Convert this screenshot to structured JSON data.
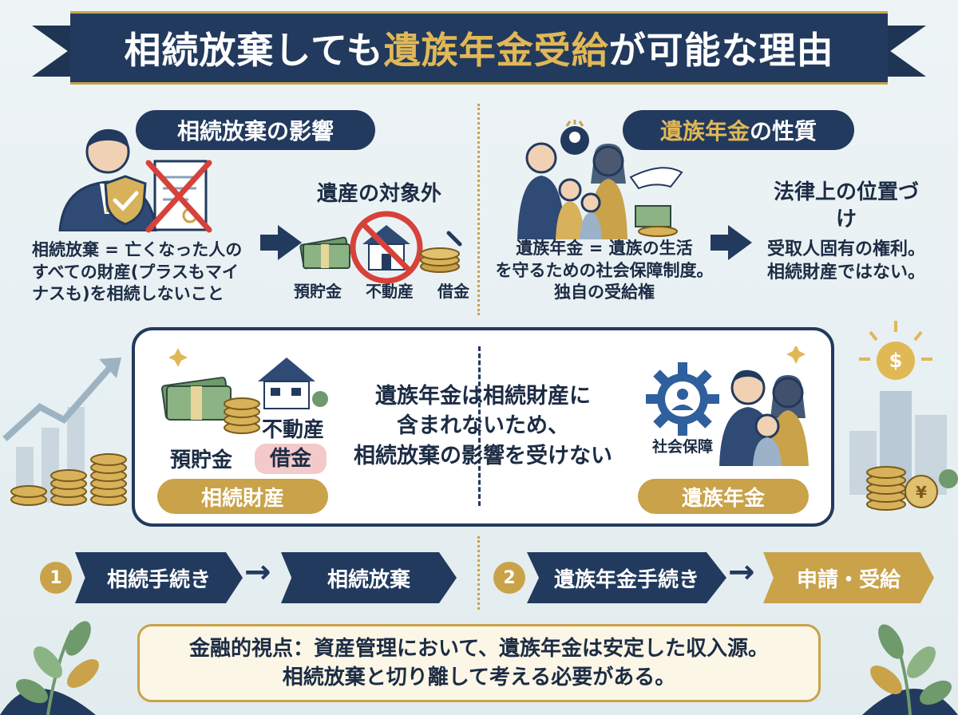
{
  "title": {
    "part1": "相続放棄しても",
    "highlight": "遺族年金受給",
    "part2": "が可能な理由"
  },
  "left_section": {
    "pill": "相続放棄の影響",
    "desc": [
      "相続放棄 = 亡くなった人の",
      "すべての財産(プラスもマイ",
      "ナスも)を相続しないこと"
    ],
    "heading": "遺産の対象外",
    "items": [
      "預貯金",
      "不動産",
      "借金"
    ]
  },
  "right_section": {
    "pill_highlight": "遺族年金",
    "pill_rest": "の性質",
    "desc": [
      "遺族年金 = 遺族の生活",
      "を守るための社会保障制度。",
      "独自の受給権"
    ],
    "heading": [
      "法律上の位置づ",
      "け"
    ],
    "legal": [
      "受取人固有の権利。",
      "相続財産ではない。"
    ]
  },
  "center_box": {
    "left_items": {
      "savings": "預貯金",
      "real_estate": "不動産",
      "debt": "借金"
    },
    "left_label": "相続財産",
    "message": [
      "遺族年金は相続財産に",
      "含まれないため、",
      "相続放棄の影響を受けない"
    ],
    "right_icon_label": "社会保障",
    "right_label": "遺族年金"
  },
  "flow": {
    "step1_num": "1",
    "step1_a": "相続手続き",
    "step1_b": "相続放棄",
    "step2_num": "2",
    "step2_a": "遺族年金手続き",
    "step2_b": "申請・受給"
  },
  "bottom": {
    "line1": "金融的視点：資産管理において、遺族年金は安定した収入源。",
    "line2": "相続放棄と切り離して考える必要がある。"
  },
  "colors": {
    "navy": "#223a5e",
    "gold": "#c9a24a",
    "debt_tag": "#f4c9c9"
  }
}
